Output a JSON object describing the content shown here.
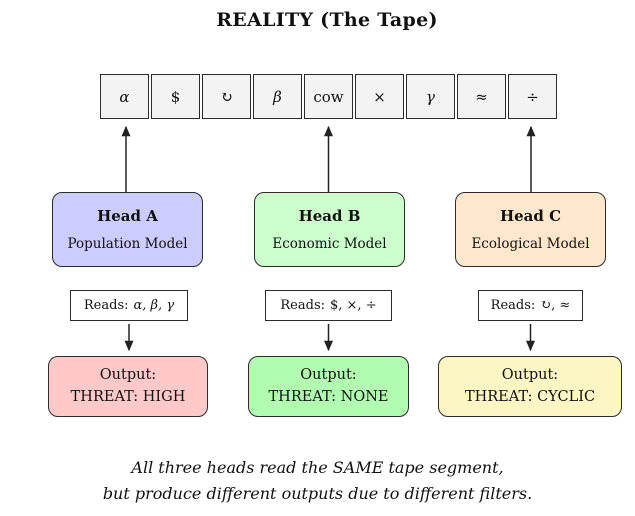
{
  "title": "REALITY (The Tape)",
  "tape": {
    "cells": [
      "α",
      "$",
      "↻",
      "β",
      "cow",
      "×",
      "γ",
      "≈",
      "÷"
    ]
  },
  "heads": [
    {
      "title": "Head A",
      "model": "Population Model",
      "reads_label": "Reads:",
      "reads_symbols": "α, β, γ",
      "fill": "#ccccff",
      "output": {
        "label": "Output:",
        "value": "THREAT: HIGH",
        "fill": "#ffc9c9"
      }
    },
    {
      "title": "Head B",
      "model": "Economic Model",
      "reads_label": "Reads:",
      "reads_symbols": "$, ×, ÷",
      "fill": "#ccffcc",
      "output": {
        "label": "Output:",
        "value": "THREAT: NONE",
        "fill": "#b2fcb2"
      }
    },
    {
      "title": "Head C",
      "model": "Ecological Model",
      "reads_label": "Reads:",
      "reads_symbols": "↻, ≈",
      "fill": "#ffe7cd",
      "output": {
        "label": "Output:",
        "value": "THREAT: CYCLIC",
        "fill": "#fcf5c4"
      }
    }
  ],
  "caption": {
    "line1": "All three heads read the SAME tape segment,",
    "line2": "but produce different outputs due to different filters."
  }
}
